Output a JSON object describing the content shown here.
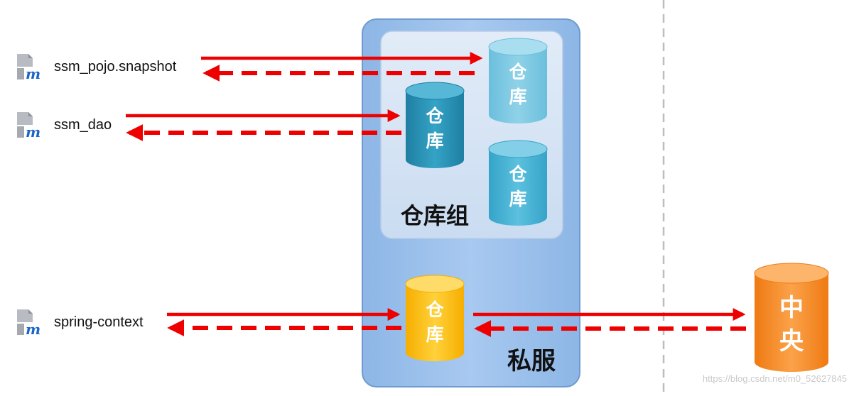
{
  "modules": [
    {
      "id": "snapshot",
      "label": "ssm_pojo.snapshot",
      "icon": "maven-module-icon"
    },
    {
      "id": "dao",
      "label": "ssm_dao",
      "icon": "maven-module-icon"
    },
    {
      "id": "context",
      "label": "spring-context",
      "icon": "maven-module-icon"
    }
  ],
  "private_server": {
    "label": "私服"
  },
  "repo_group": {
    "label": "仓库组"
  },
  "repositories": [
    {
      "id": "snapshot-repo",
      "line1": "仓",
      "line2": "库"
    },
    {
      "id": "dao-repo",
      "line1": "仓",
      "line2": "库"
    },
    {
      "id": "third-repo",
      "line1": "仓",
      "line2": "库"
    },
    {
      "id": "proxy-repo",
      "line1": "仓",
      "line2": "库"
    }
  ],
  "central": {
    "line1": "中",
    "line2": "央"
  },
  "watermark": "https://blog.csdn.net/m0_52627845",
  "colors": {
    "arrow": "#ee0000",
    "server_bg": "#9fc3ec",
    "group_bg": "#d7e5f5",
    "repo_light": "#7cc8e0",
    "repo_dark": "#2a93b6",
    "repo_mid": "#45b1d2",
    "repo_yellow": "#fbbf10",
    "central_orange": "#f58a1f",
    "divider": "#bdbdbd"
  }
}
